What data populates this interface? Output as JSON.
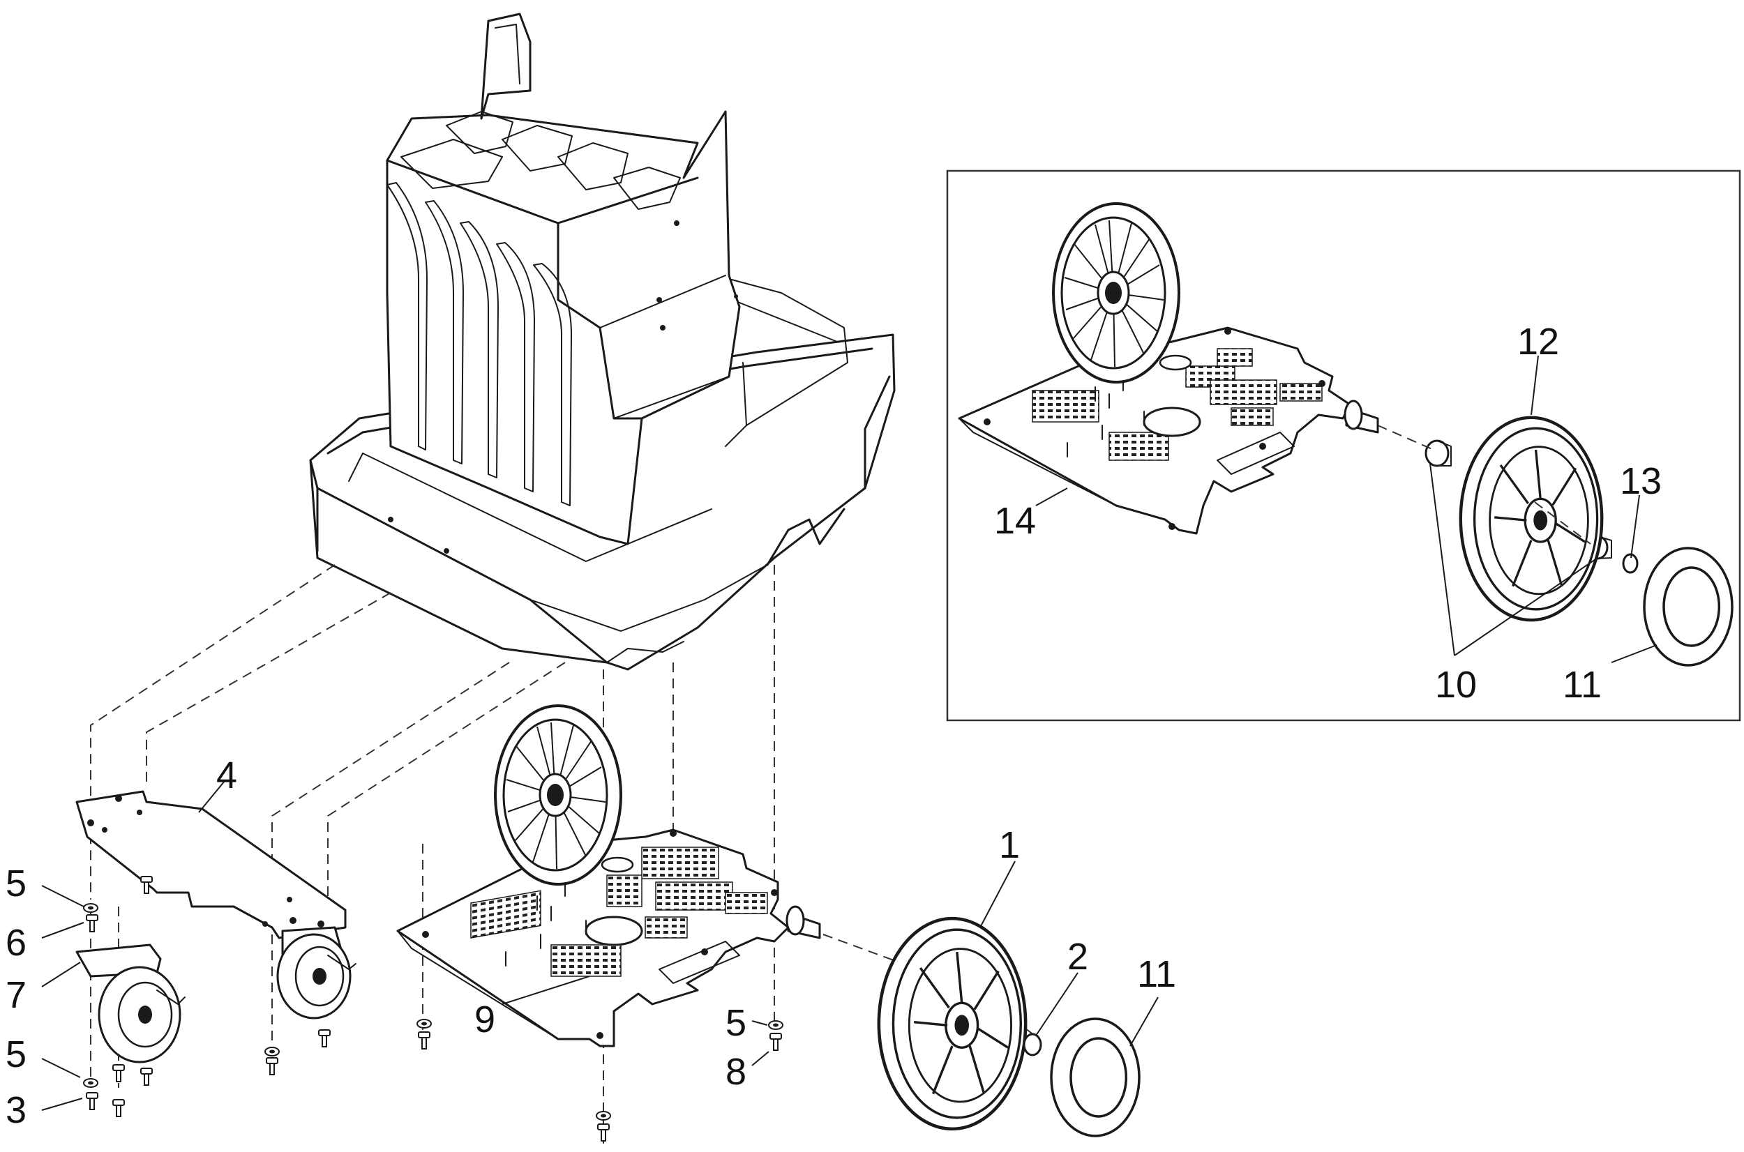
{
  "callouts": {
    "c1": "1",
    "c2": "2",
    "c3": "3",
    "c4": "4",
    "c5a": "5",
    "c5b": "5",
    "c5c": "5",
    "c6": "6",
    "c7": "7",
    "c8": "8",
    "c9": "9",
    "c11": "11",
    "inset_c10": "10",
    "inset_c11": "11",
    "inset_c12": "12",
    "inset_c13": "13",
    "inset_c14": "14"
  }
}
